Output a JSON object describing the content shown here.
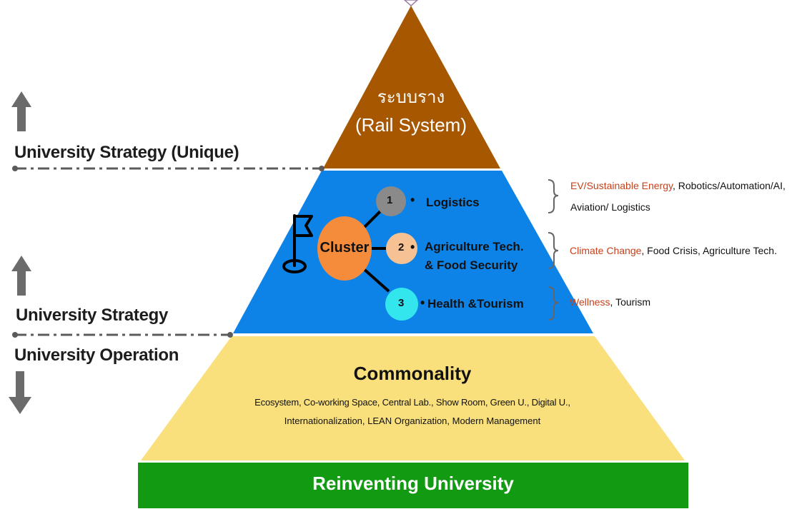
{
  "pyramid": {
    "top": {
      "title_thai": "ระบบราง",
      "title_en": "(Rail System)",
      "color": "#a65700"
    },
    "middle": {
      "color": "#0d83e8",
      "cluster_label": "Cluster",
      "items": [
        {
          "number": "1",
          "label": "Logistics",
          "label_line2": "",
          "bullet": "•",
          "color": "#8a8a8a",
          "note_highlight": "EV/Sustainable Energy",
          "note_rest": ", Robotics/Automation/AI,",
          "note_line2": "Aviation/ Logistics"
        },
        {
          "number": "2",
          "label": "Agriculture Tech.",
          "label_line2": "& Food Security",
          "bullet": "•",
          "color": "#f6c293",
          "note_highlight": "Climate Change",
          "note_rest": ", Food Crisis, Agriculture Tech.",
          "note_line2": ""
        },
        {
          "number": "3",
          "label": "Health &Tourism",
          "label_line2": "",
          "bullet": "•",
          "color": "#33e6ee",
          "note_highlight": "Wellness",
          "note_rest": ", Tourism",
          "note_line2": ""
        }
      ]
    },
    "bottom": {
      "color": "#f9e07c",
      "title": "Commonality",
      "line1": "Ecosystem, Co-working Space, Central Lab.,  Show Room, Green U., Digital U.,",
      "line2": "Internationalization, LEAN Organization, Modern Management"
    },
    "base": {
      "label": "Reinventing University",
      "color": "#119a12"
    }
  },
  "side_labels": {
    "strategy_unique": "University Strategy (Unique)",
    "strategy": "University Strategy",
    "operation": "University Operation"
  },
  "colors": {
    "accent_note": "#c8401a",
    "arrow": "#6b6b6b",
    "cluster": "#f58c3c"
  }
}
